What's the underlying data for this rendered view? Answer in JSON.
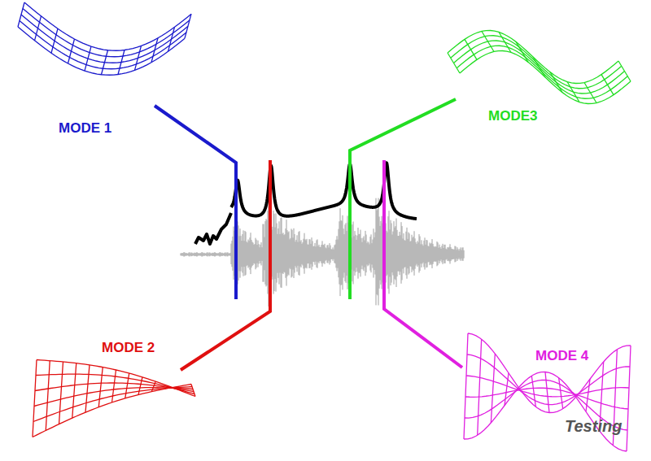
{
  "diagram": {
    "labels": [
      "MODE 1",
      "MODE 2",
      "MODE3",
      "MODE 4",
      "Testing"
    ]
  }
}
